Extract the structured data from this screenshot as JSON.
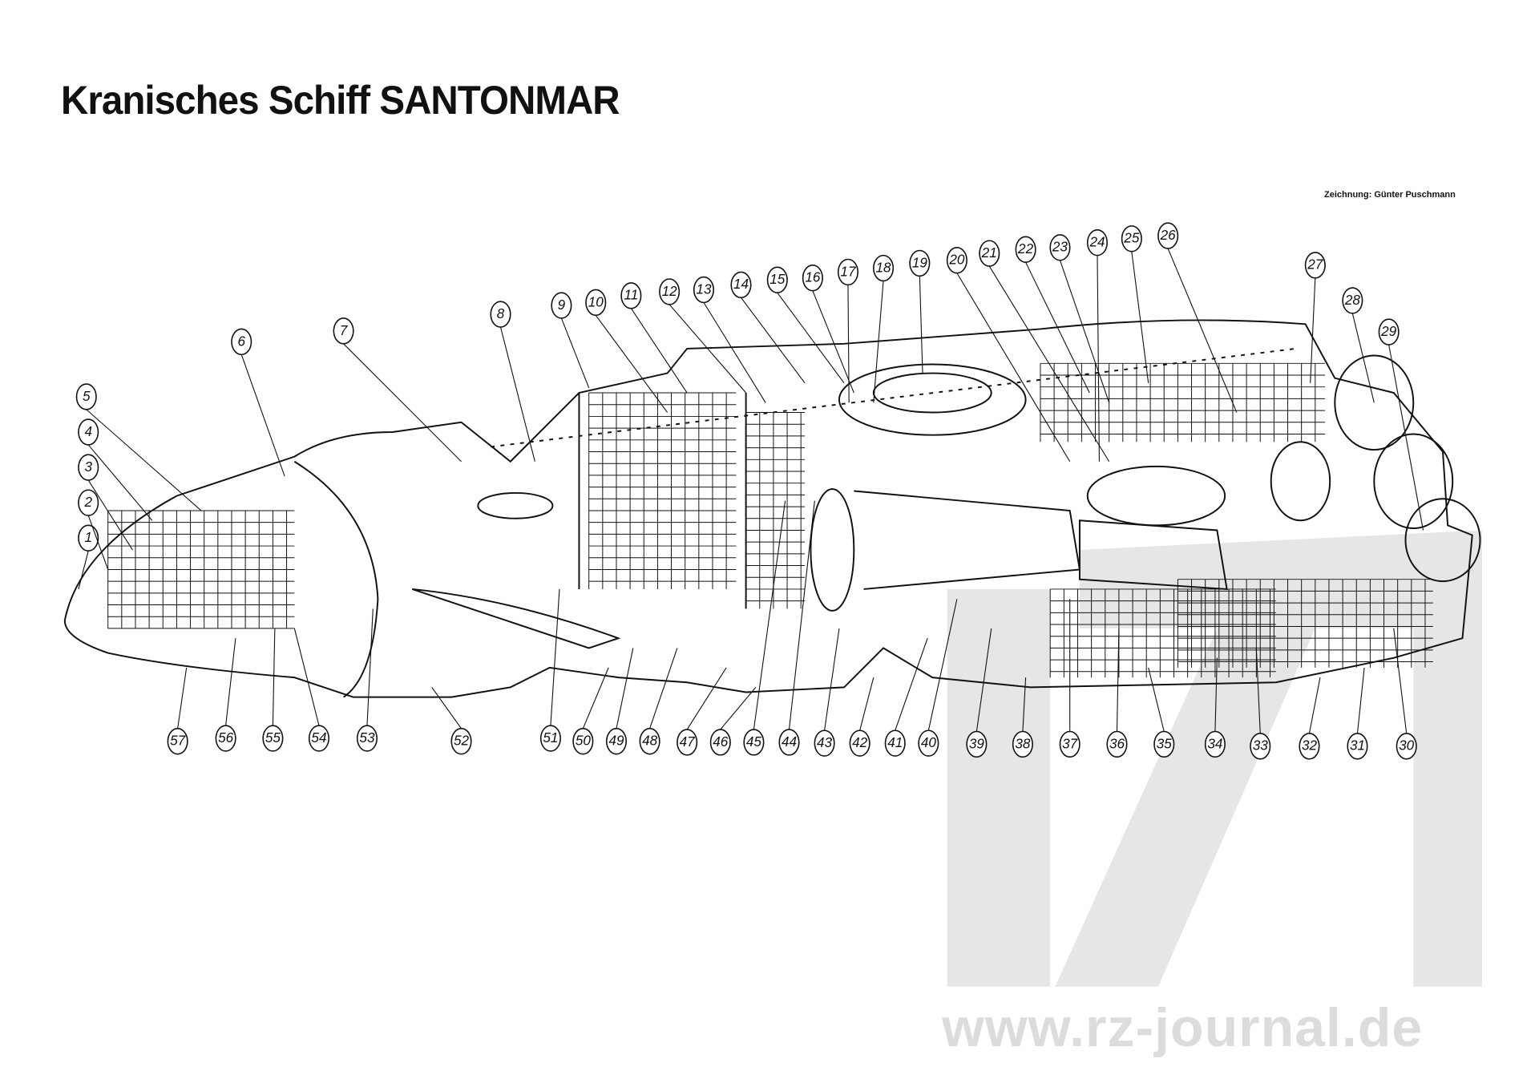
{
  "title": "Kranisches Schiff SANTONMAR",
  "credit": "Zeichnung: Günter Puschmann",
  "watermark": "www.rz-journal.de",
  "colors": {
    "ink": "#111111",
    "watermark": "#dcdcdc",
    "paper": "#ffffff"
  },
  "callouts": [
    "1",
    "2",
    "3",
    "4",
    "5",
    "6",
    "7",
    "8",
    "9",
    "10",
    "11",
    "12",
    "13",
    "14",
    "15",
    "16",
    "17",
    "18",
    "19",
    "20",
    "21",
    "22",
    "23",
    "24",
    "25",
    "26",
    "27",
    "28",
    "29",
    "30",
    "31",
    "32",
    "33",
    "34",
    "35",
    "36",
    "37",
    "38",
    "39",
    "40",
    "41",
    "42",
    "43",
    "44",
    "45",
    "46",
    "47",
    "48",
    "49",
    "50",
    "51",
    "52",
    "53",
    "54",
    "55",
    "56",
    "57"
  ]
}
